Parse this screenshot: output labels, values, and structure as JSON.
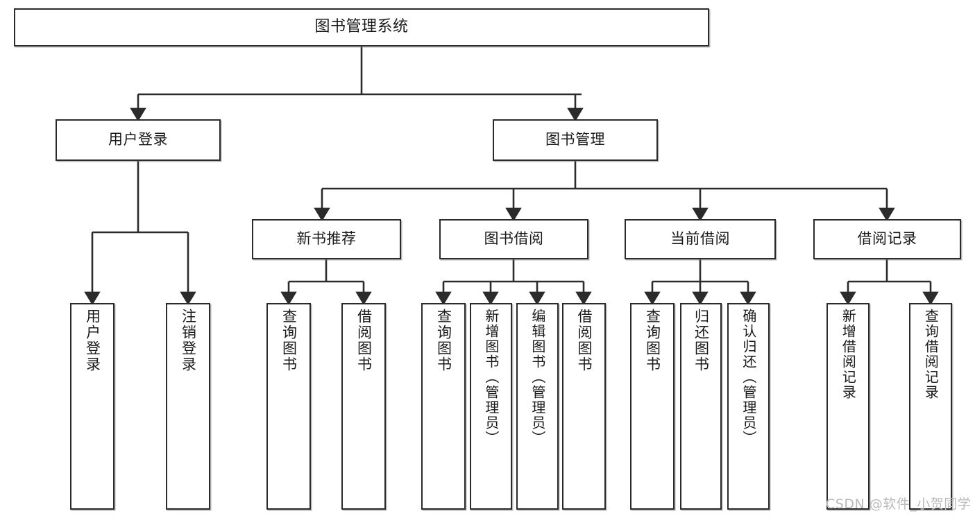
{
  "diagram": {
    "type": "tree-hierarchy",
    "title": "图书管理系统",
    "watermark": "CSDN @软件_小贺同学",
    "colors": {
      "border": "#2b2b2b",
      "background": "#ffffff",
      "text": "#1a1a1a",
      "edge": "#2b2b2b",
      "watermark": "#b9b9b9"
    },
    "nodes": {
      "root": {
        "label": "图书管理系统"
      },
      "level1": [
        {
          "label": "用户登录"
        },
        {
          "label": "图书管理"
        }
      ],
      "level2": [
        {
          "label": "新书推荐"
        },
        {
          "label": "图书借阅"
        },
        {
          "label": "当前借阅"
        },
        {
          "label": "借阅记录"
        }
      ],
      "leaves": {
        "user_login": [
          {
            "label": "用户登录"
          },
          {
            "label": "注销登录"
          }
        ],
        "new_book_recommend": [
          {
            "label": "查询图书"
          },
          {
            "label": "借阅图书"
          }
        ],
        "book_borrow": [
          {
            "label": "查询图书"
          },
          {
            "label": "新增图书（管理员）"
          },
          {
            "label": "编辑图书（管理员）"
          },
          {
            "label": "借阅图书"
          }
        ],
        "current_borrow": [
          {
            "label": "查询图书"
          },
          {
            "label": "归还图书"
          },
          {
            "label": "确认归还（管理员）"
          }
        ],
        "borrow_record": [
          {
            "label": "新增借阅记录"
          },
          {
            "label": "查询借阅记录"
          }
        ]
      }
    }
  }
}
